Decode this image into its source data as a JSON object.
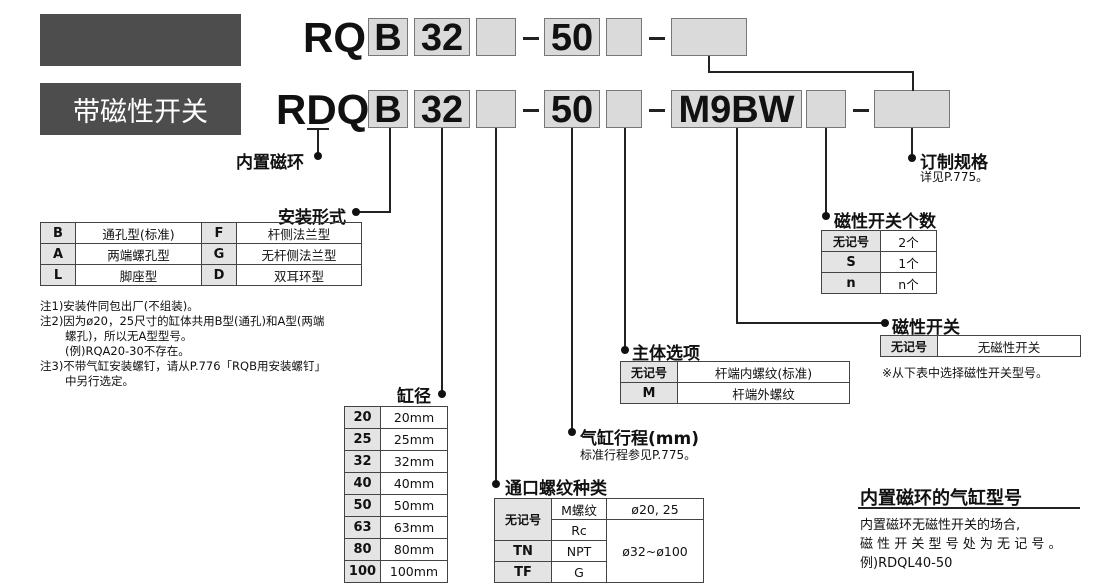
{
  "banner_switch": "带磁性开关",
  "row1": {
    "prefix": "RQ",
    "mount": "B",
    "bore": "32",
    "stroke": "50"
  },
  "row2": {
    "prefix": "RDQ",
    "mount": "B",
    "bore": "32",
    "stroke": "50",
    "switch": "M9BW"
  },
  "labels": {
    "magnet": "内置磁环",
    "custom": "订制规格",
    "custom_sub": "详见P.775。",
    "mounting": "安装形式",
    "switch_qty": "磁性开关个数",
    "switch": "磁性开关",
    "switch_note": "※从下表中选择磁性开关型号。",
    "body_option": "主体选项",
    "bore": "缸径",
    "stroke": "气缸行程(mm)",
    "stroke_sub": "标准行程参见P.775。",
    "port": "通口螺纹种类"
  },
  "mount_table": [
    [
      "B",
      "通孔型(标准)",
      "F",
      "杆侧法兰型"
    ],
    [
      "A",
      "两端螺孔型",
      "G",
      "无杆侧法兰型"
    ],
    [
      "L",
      "脚座型",
      "D",
      "双耳环型"
    ]
  ],
  "notes": [
    "注1)安装件同包出厂(不组装)。",
    "注2)因为ø20，25尺寸的缸体共用B型(通孔)和A型(两端",
    "螺孔)，所以无A型型号。",
    "(例)RQA20-30不存在。",
    "注3)不带气缸安装螺钉，请从P.776「RQB用安装螺钉」",
    "中另行选定。"
  ],
  "qty_table": [
    [
      "无记号",
      "2个"
    ],
    [
      "S",
      "1个"
    ],
    [
      "n",
      "n个"
    ]
  ],
  "switch_table": [
    [
      "无记号",
      "无磁性开关"
    ]
  ],
  "body_table": [
    [
      "无记号",
      "杆端内螺纹(标准)"
    ],
    [
      "M",
      "杆端外螺纹"
    ]
  ],
  "bore_table": [
    [
      "20",
      "20mm"
    ],
    [
      "25",
      "25mm"
    ],
    [
      "32",
      "32mm"
    ],
    [
      "40",
      "40mm"
    ],
    [
      "50",
      "50mm"
    ],
    [
      "63",
      "63mm"
    ],
    [
      "80",
      "80mm"
    ],
    [
      "100",
      "100mm"
    ]
  ],
  "port_table": {
    "r1": [
      "无记号",
      "M螺纹",
      "ø20, 25"
    ],
    "r2": "Rc",
    "r3": [
      "TN",
      "NPT",
      "ø32~ø100"
    ],
    "r4": [
      "TF",
      "G"
    ]
  },
  "magnet_box": {
    "title": "内置磁环的气缸型号",
    "line1": "内置磁环无磁性开关的场合,",
    "line2": "磁 性 开 关 型 号 处 为 无 记 号 。",
    "line3": "例)RDQL40-50"
  }
}
